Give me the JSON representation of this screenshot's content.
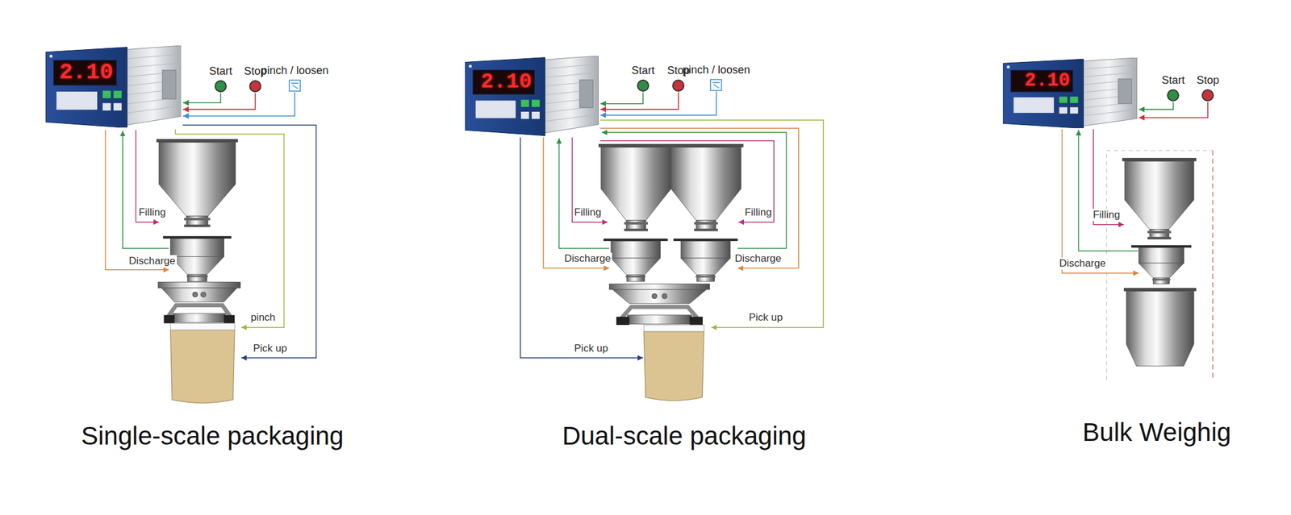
{
  "diagram": {
    "nodes": [
      {
        "text": [
          "2.10"
        ]
      },
      {
        "text": [
          "Start"
        ]
      },
      {
        "text": [
          "Stop"
        ]
      },
      {
        "text": [
          "pinch / loosen"
        ]
      },
      {
        "text": [
          "2.10"
        ]
      },
      {
        "text": [
          "Start"
        ]
      },
      {
        "text": [
          "Stop"
        ]
      },
      {
        "text": [
          "pinch / loosen"
        ]
      },
      {
        "text": [
          "2.10"
        ]
      },
      {
        "text": [
          "Start"
        ]
      },
      {
        "text": [
          "Stop"
        ]
      }
    ],
    "edges": [
      {
        "from": 1,
        "to": 0,
        "arrow": "to"
      },
      {
        "from": 2,
        "to": 0,
        "arrow": "to"
      },
      {
        "from": 3,
        "to": 0,
        "arrow": "to"
      },
      {
        "from": 5,
        "to": 4,
        "arrow": "to"
      },
      {
        "from": 6,
        "to": 4,
        "arrow": "to"
      },
      {
        "from": 7,
        "to": 4,
        "arrow": "to"
      },
      {
        "from": 9,
        "to": 8,
        "arrow": "to"
      },
      {
        "from": 10,
        "to": 8,
        "arrow": "to"
      }
    ],
    "labels": [
      "Single-scale packaging",
      "Dual-scale packaging",
      "Bulk Weighig",
      "Filling",
      "Discharge",
      "pinch",
      "Pick up",
      "Filling",
      "Filling",
      "Discharge",
      "Discharge",
      "Pick up",
      "Pick up",
      "Filling",
      "Discharge"
    ]
  }
}
